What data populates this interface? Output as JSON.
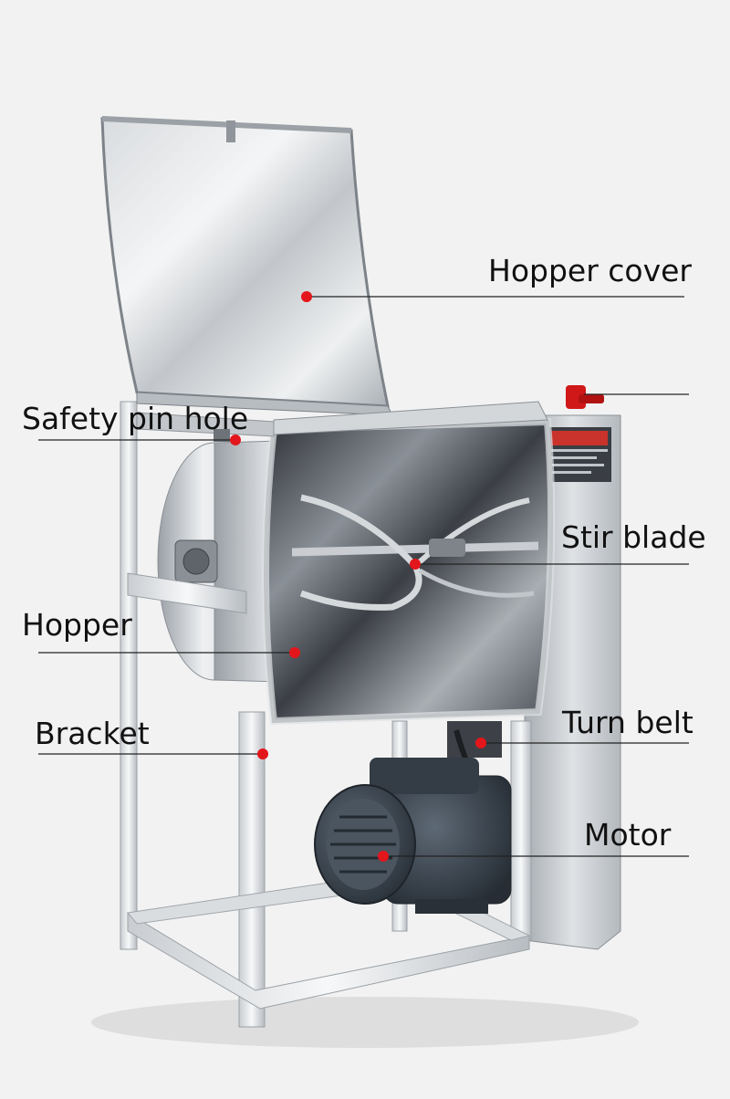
{
  "colors": {
    "background": "#f2f2f2",
    "steel_light": "#e6e8ea",
    "steel_mid": "#b9bec3",
    "steel_dark": "#5e646a",
    "motor": "#3a4450",
    "pin": "#d01818",
    "leader": "#222222",
    "callout_dot": "#e3161b"
  },
  "labels": {
    "hopper_cover": "Hopper cover",
    "safety_pin_hole": "Safety pin hole",
    "stir_blade": "Stir blade",
    "hopper": "Hopper",
    "bracket": "Bracket",
    "turn_belt": "Turn belt",
    "motor": "Motor"
  }
}
